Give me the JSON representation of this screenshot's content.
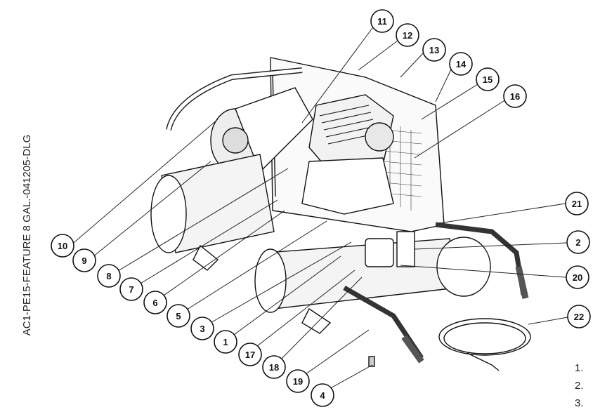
{
  "drawing_id": "AC1-PE15-FEATURE 8 GAL.-041205-DLG",
  "callouts": [
    "1",
    "2",
    "4",
    "5",
    "3",
    "6",
    "7",
    "8",
    "9",
    "10",
    "11",
    "12",
    "13",
    "14",
    "15",
    "16",
    "17",
    "18",
    "19",
    "20",
    "21",
    "22"
  ],
  "notes": [
    "1.",
    "2.",
    "3."
  ]
}
